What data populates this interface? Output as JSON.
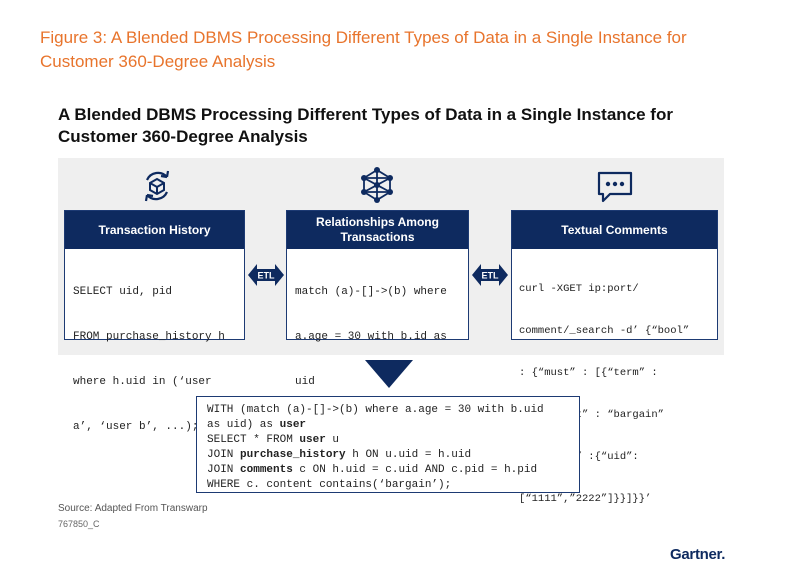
{
  "figure_caption": "Figure 3: A Blended DBMS Processing Different Types of Data in a Single Instance for Customer 360-Degree Analysis",
  "diagram_title": "A Blended DBMS Processing Different Types of Data in a Single Instance for Customer 360-Degree Analysis",
  "colors": {
    "caption": "#e8742c",
    "navy": "#0e2a5f",
    "panel": "#efefef"
  },
  "icons": [
    "cube-cycle-icon",
    "network-icon",
    "chat-bubble-icon",
    "bidirectional-arrow-icon",
    "down-triangle-icon"
  ],
  "etl_label": "ETL",
  "boxes": {
    "transaction": {
      "title": "Transaction History",
      "lines": [
        "SELECT uid, pid",
        "FROM purchase_history h",
        "where h.uid in (‘user",
        "a’, ‘user b’, ...);"
      ]
    },
    "relationships": {
      "title": "Relationships Among Transactions",
      "lines": [
        "match (a)-[]->(b) where",
        "a.age = 30 with b.id as",
        "uid"
      ]
    },
    "textual": {
      "title": "Textual Comments",
      "lines": [
        "curl -XGET ip:port/",
        "comment/_search -d’ {“bool”",
        ": {“must” : [{“term” :",
        "{ “content” : “bargain”",
        "}},{“term” :{“uid”:",
        "[“1111”,”2222”]}}]}}’"
      ]
    }
  },
  "query": {
    "l1a": "WITH (match (a)-[]->(b) where a.age = 30 with b.uid",
    "l2a": "as uid) as ",
    "l2b": "user",
    "l3a": "SELECT * FROM ",
    "l3b": "user",
    "l3c": " u",
    "l4a": "JOIN ",
    "l4b": "purchase_history",
    "l4c": " h ON u.uid = h.uid",
    "l5a": "JOIN ",
    "l5b": "comments",
    "l5c": " c ON h.uid = c.uid AND c.pid = h.pid",
    "l6a": "WHERE c. content contains(‘bargain’);"
  },
  "source": "Source: Adapted From Transwarp",
  "figure_id": "767850_C",
  "logo": "Gartner."
}
